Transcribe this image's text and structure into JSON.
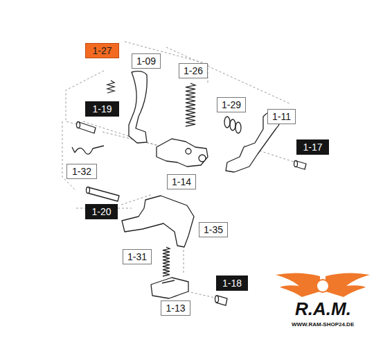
{
  "diagram": {
    "labels": [
      "1-27",
      "1-09",
      "1-26",
      "1-19",
      "1-29",
      "1-11",
      "1-17",
      "1-14",
      "1-32",
      "1-20",
      "1-35",
      "1-31",
      "1-18",
      "1-13",
      "R.A.M.",
      "WWW.RAM-SHOP24.DE"
    ]
  }
}
